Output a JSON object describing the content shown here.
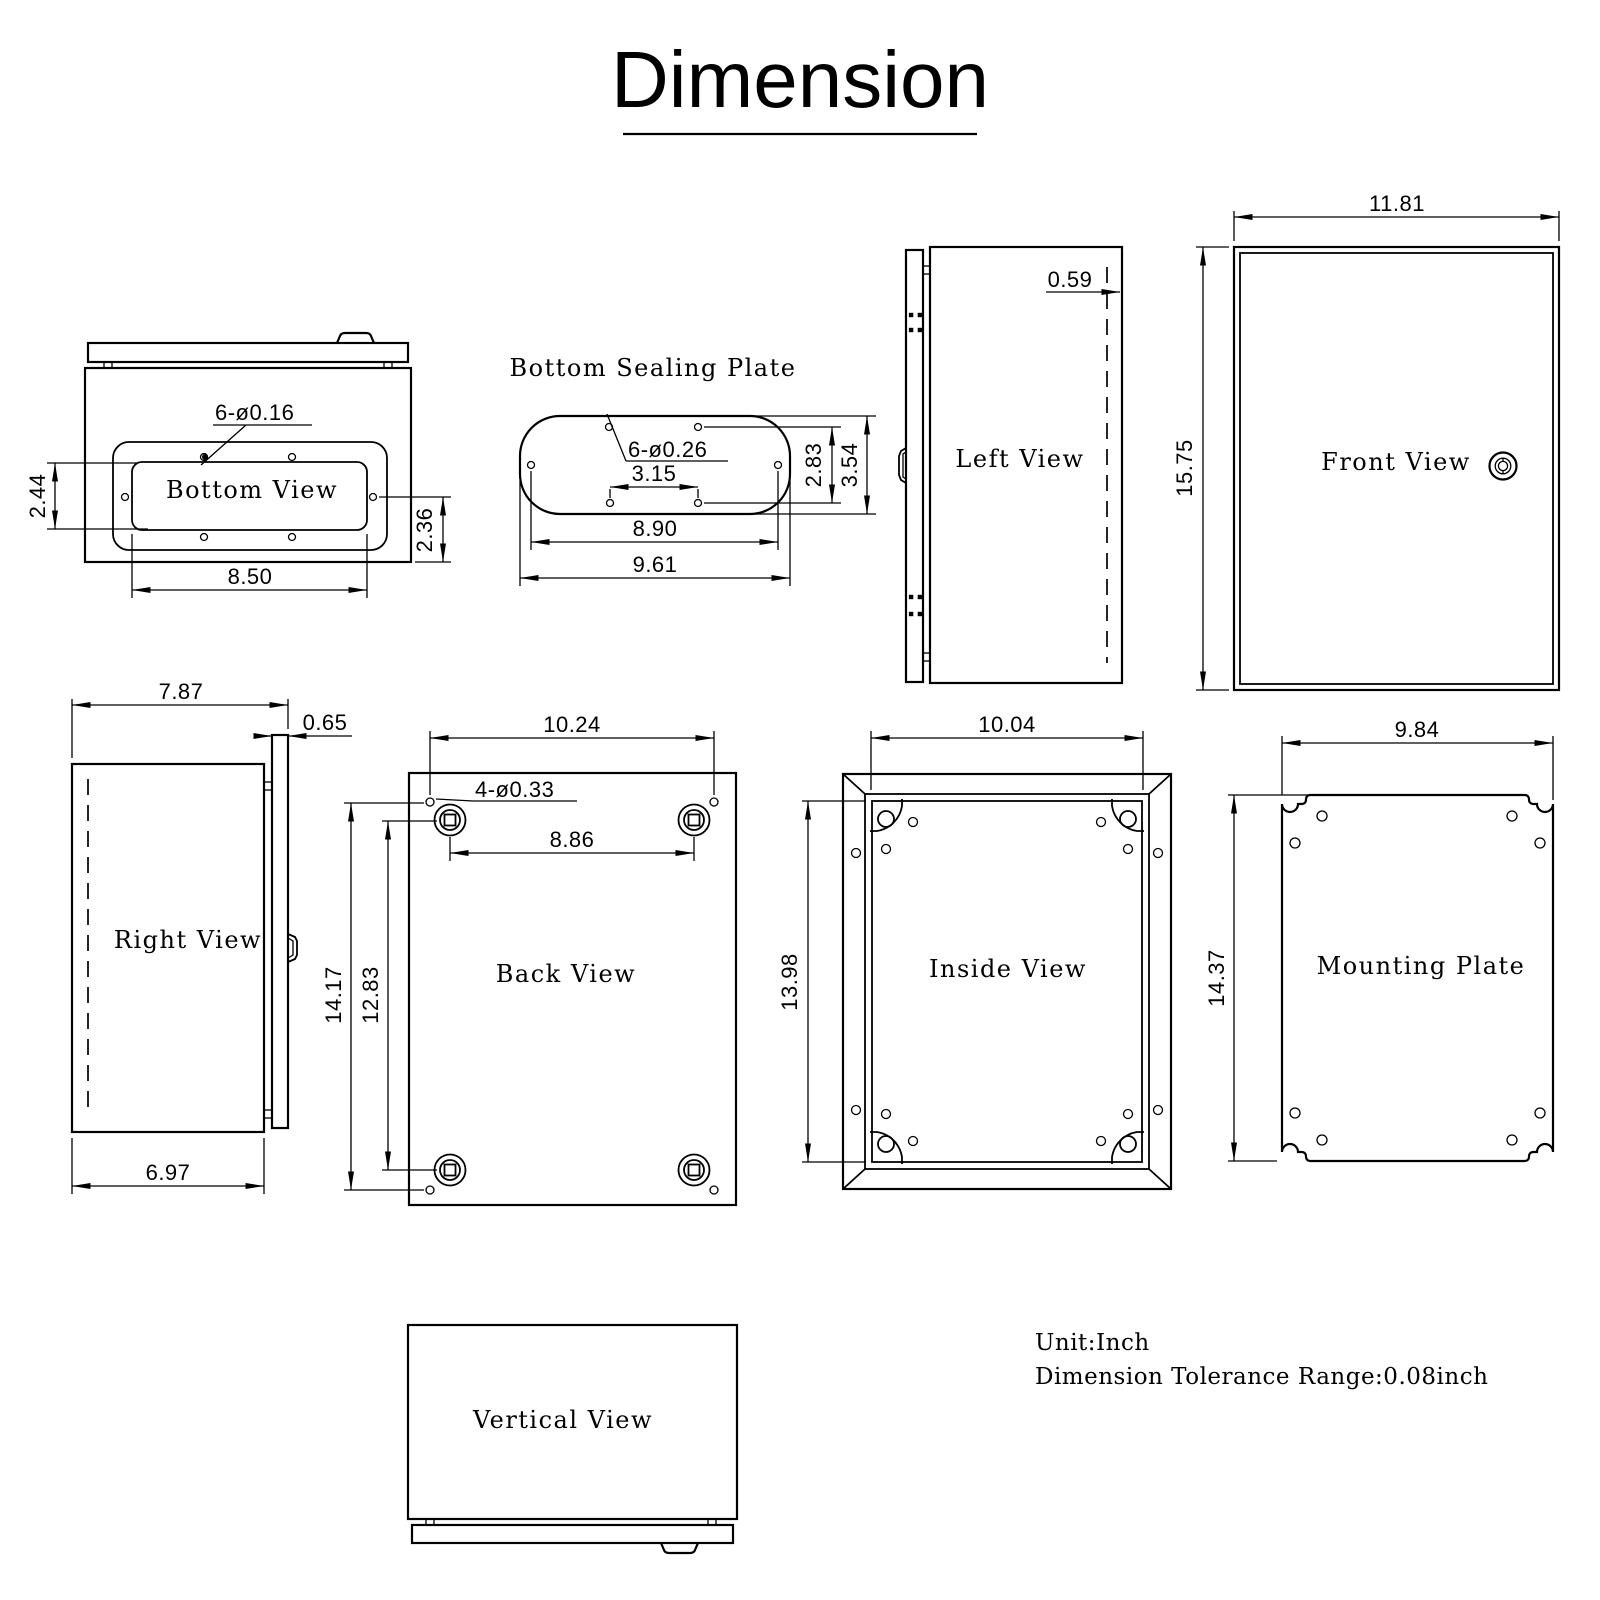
{
  "title": "Dimension",
  "notes": {
    "unit": "Unit:Inch",
    "tolerance": "Dimension Tolerance Range:0.08inch"
  },
  "colors": {
    "ink": "#000000",
    "paper": "#ffffff"
  },
  "views": {
    "bottom": {
      "label": "Bottom View",
      "hole_callout": "6-ø0.16",
      "dim_left": "2.44",
      "dim_right": "2.36",
      "dim_width": "8.50"
    },
    "sealing_plate": {
      "label": "Bottom Sealing Plate",
      "hole_callout": "6-ø0.26",
      "dim_hole_span_x": "3.15",
      "dim_hole_span_y": "2.83",
      "dim_height": "3.54",
      "dim_hole_width": "8.90",
      "dim_width": "9.61"
    },
    "left": {
      "label": "Left View",
      "dim_wall": "0.59"
    },
    "front": {
      "label": "Front View",
      "dim_width": "11.81",
      "dim_height": "15.75"
    },
    "right": {
      "label": "Right View",
      "dim_total_depth": "7.87",
      "dim_door": "0.65",
      "dim_body_depth": "6.97"
    },
    "back": {
      "label": "Back View",
      "dim_hole_span": "10.24",
      "hole_callout": "4-ø0.33",
      "dim_boss_span": "8.86",
      "dim_hole_height": "14.17",
      "dim_boss_height": "12.83"
    },
    "inside": {
      "label": "Inside View",
      "dim_width": "10.04",
      "dim_height": "13.98"
    },
    "mounting": {
      "label": "Mounting Plate",
      "dim_width": "9.84",
      "dim_height": "14.37"
    },
    "vertical": {
      "label": "Vertical View"
    }
  }
}
